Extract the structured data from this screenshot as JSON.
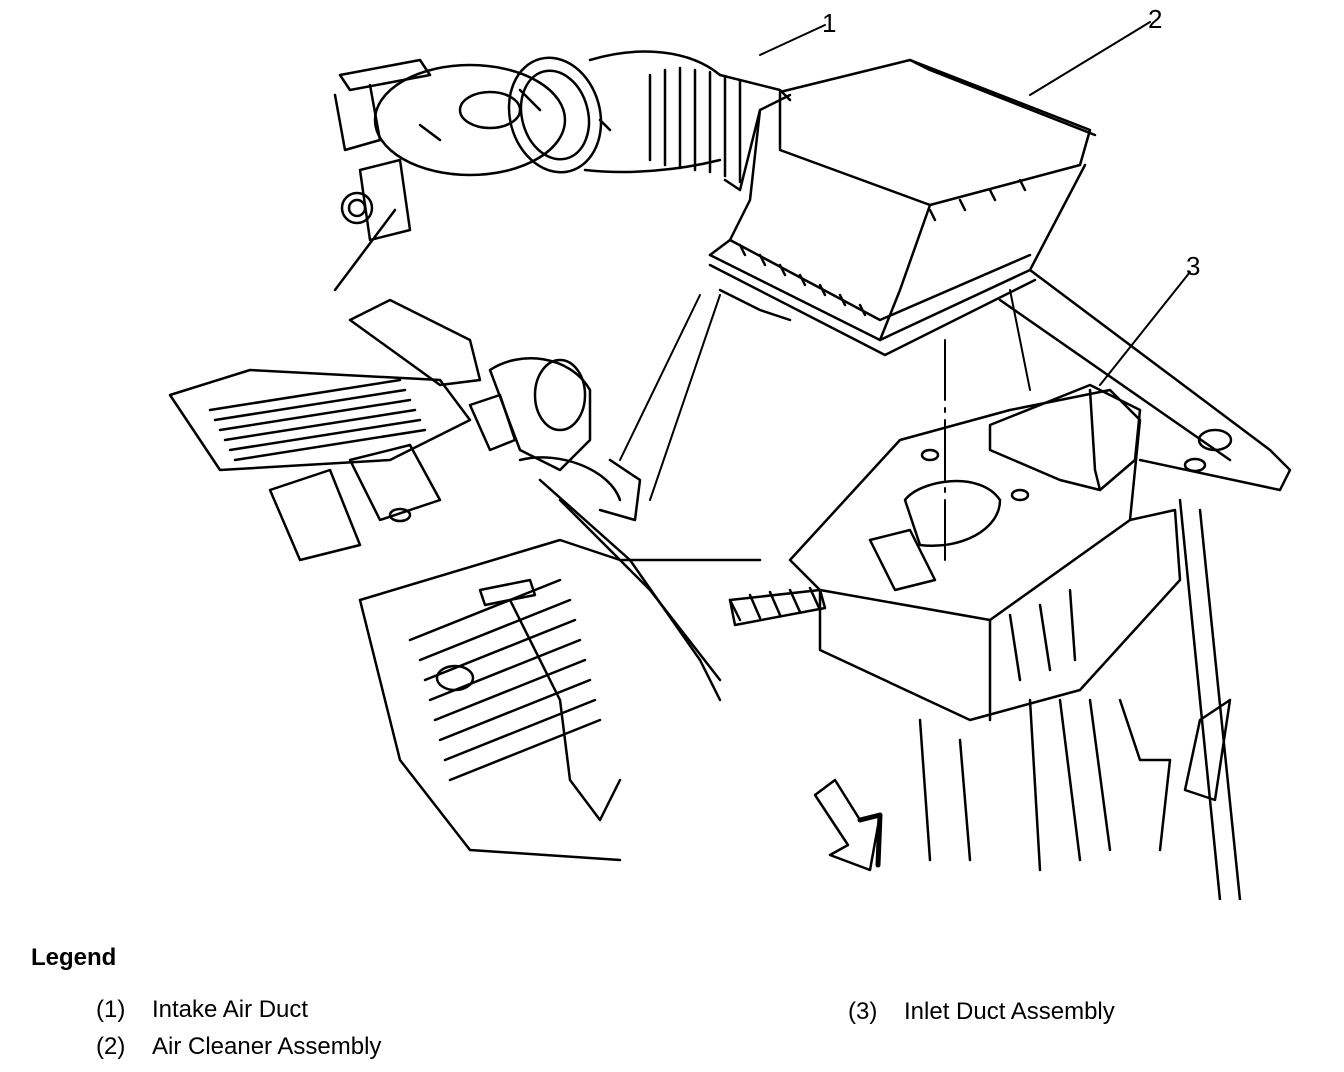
{
  "callouts": [
    {
      "number": "1"
    },
    {
      "number": "2"
    },
    {
      "number": "3"
    }
  ],
  "legend": {
    "title": "Legend",
    "items": [
      {
        "number": "(1)",
        "label": "Intake Air Duct"
      },
      {
        "number": "(2)",
        "label": "Air Cleaner Assembly"
      },
      {
        "number": "(3)",
        "label": "Inlet Duct Assembly"
      }
    ]
  },
  "colors": {
    "line": "#000000",
    "background": "#ffffff"
  }
}
